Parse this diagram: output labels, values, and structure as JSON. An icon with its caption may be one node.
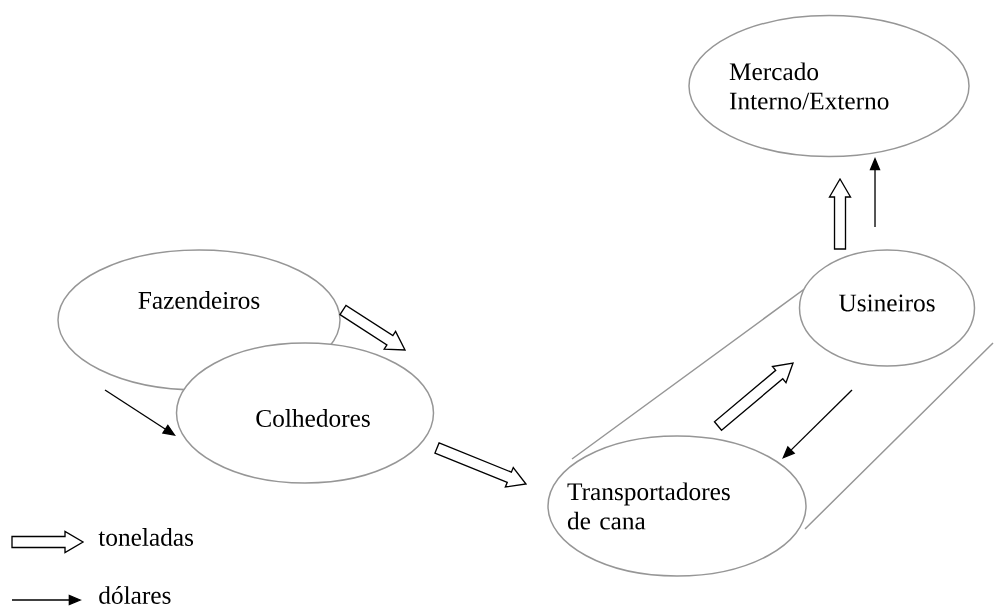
{
  "diagram": {
    "nodes": [
      {
        "text": [
          "Fazendeiros"
        ]
      },
      {
        "text": [
          "Colhedores"
        ]
      },
      {
        "text": [
          "Transportadores de cana"
        ]
      },
      {
        "text": [
          "Usineiros"
        ]
      },
      {
        "text": [
          "Mercado Interno/Externo"
        ]
      }
    ],
    "edges": [
      {
        "from": 0,
        "to": 1,
        "arrow": "to",
        "style": "thick"
      },
      {
        "from": 0,
        "to": 1,
        "arrow": "to"
      },
      {
        "from": 1,
        "to": 2,
        "arrow": "to",
        "style": "thick"
      },
      {
        "from": 2,
        "to": 3,
        "arrow": "to",
        "style": "thick"
      },
      {
        "from": 3,
        "to": 2,
        "arrow": "to"
      },
      {
        "from": 3,
        "to": 4,
        "arrow": "to",
        "style": "thick"
      },
      {
        "from": 3,
        "to": 4,
        "arrow": "to"
      }
    ],
    "legend": [
      {
        "text": "toneladas"
      },
      {
        "text": "dólares"
      }
    ]
  }
}
